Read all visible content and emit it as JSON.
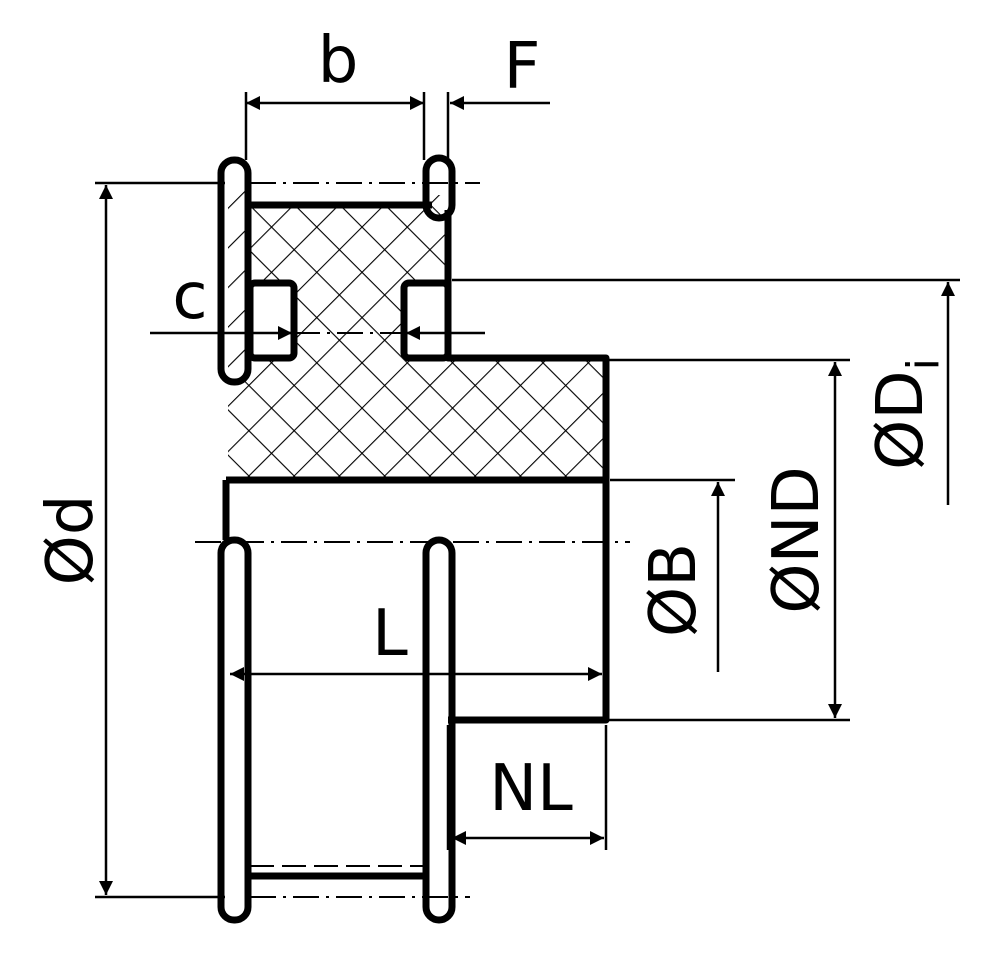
{
  "labels": {
    "b": "b",
    "F": "F",
    "c": "c",
    "d": "Ød",
    "L": "L",
    "NL": "NL",
    "B": "ØB",
    "ND": "ØND",
    "Di": "ØD",
    "Di_sub": "i"
  }
}
